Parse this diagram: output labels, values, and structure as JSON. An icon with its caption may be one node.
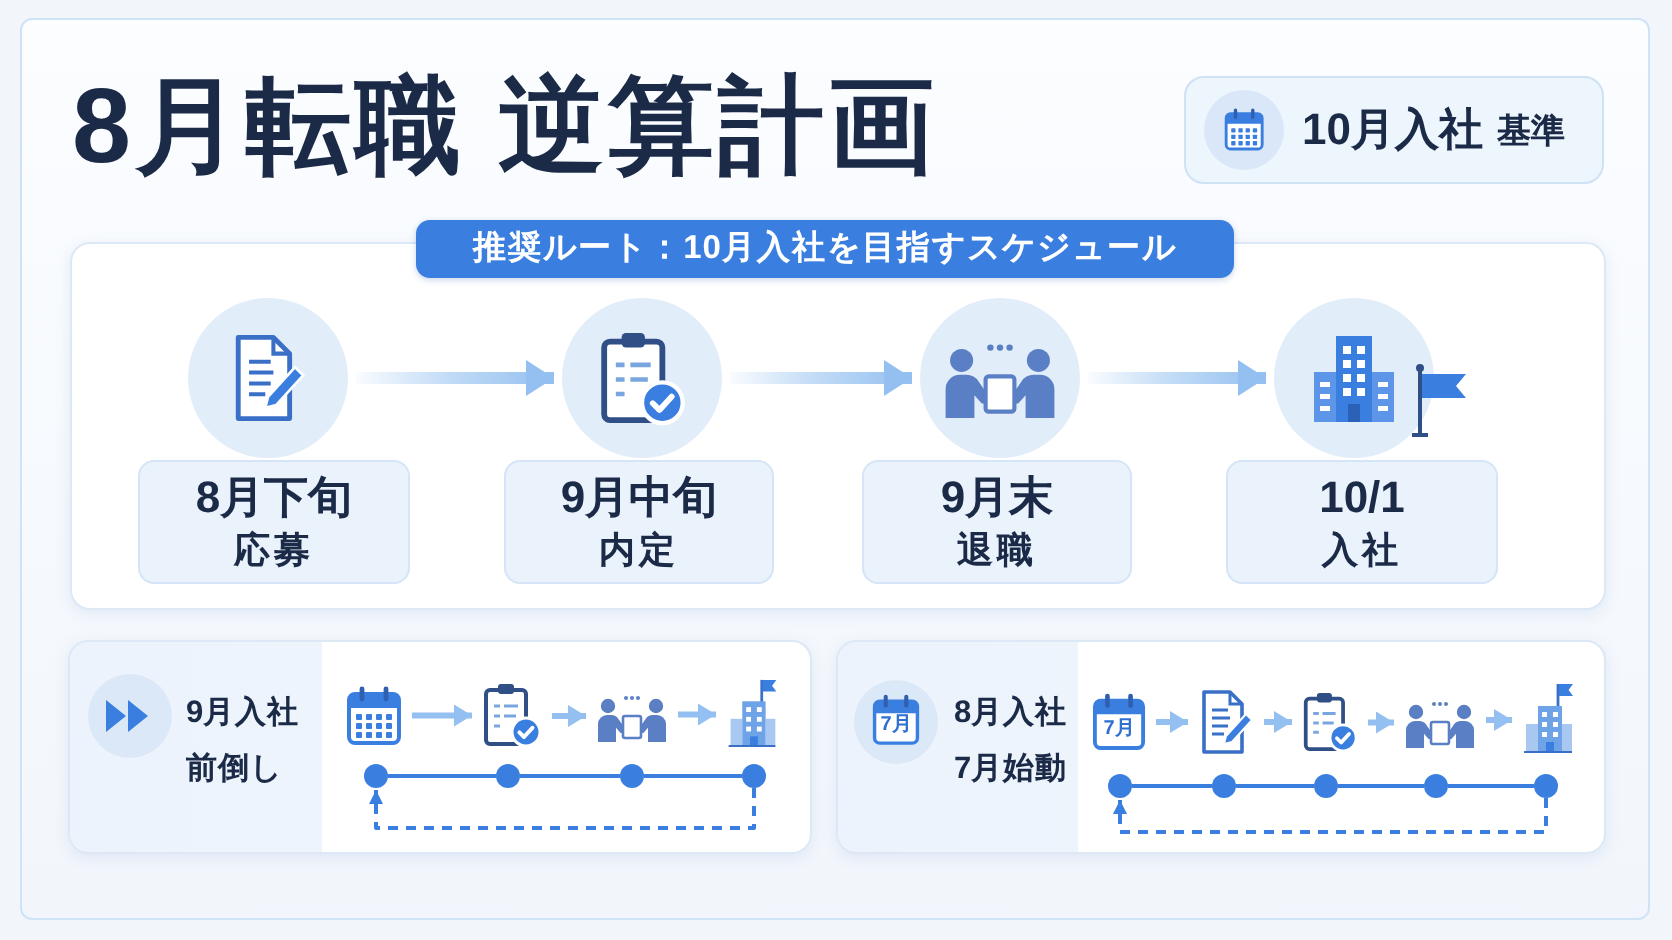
{
  "diagram": {
    "title": "8月転職 逆算計画",
    "nodes": [
      {
        "text": [
          "10月入社",
          "基準"
        ]
      },
      {
        "text": [
          "推奨ルート：10月入社を目指すスケジュール"
        ]
      },
      {
        "text": [],
        "shape": "circle",
        "in": 1
      },
      {
        "text": [
          "8月下旬",
          "応募"
        ],
        "in": 1
      },
      {
        "text": [],
        "shape": "circle",
        "in": 1
      },
      {
        "text": [
          "9月中旬",
          "内定"
        ],
        "in": 1
      },
      {
        "text": [],
        "shape": "circle",
        "in": 1
      },
      {
        "text": [
          "9月末",
          "退職"
        ],
        "in": 1
      },
      {
        "text": [],
        "shape": "circle",
        "in": 1
      },
      {
        "text": [
          "10/1",
          "入社"
        ],
        "in": 1
      },
      {
        "text": [
          "9月入社",
          "前倒し"
        ]
      },
      {
        "text": [],
        "shape": "picture",
        "in": 10
      },
      {
        "text": [],
        "shape": "picture",
        "in": 10
      },
      {
        "text": [],
        "shape": "picture",
        "in": 10
      },
      {
        "text": [],
        "shape": "picture",
        "in": 10
      },
      {
        "text": [],
        "shape": "circle",
        "in": 10
      },
      {
        "text": [],
        "shape": "circle",
        "in": 10
      },
      {
        "text": [],
        "shape": "circle",
        "in": 10
      },
      {
        "text": [],
        "shape": "circle",
        "in": 10
      },
      {
        "text": [
          "8月入社",
          "7月始動"
        ]
      },
      {
        "text": [
          "7月"
        ],
        "in": 19
      },
      {
        "text": [
          "7月"
        ],
        "in": 19
      },
      {
        "text": [],
        "shape": "picture",
        "in": 19
      },
      {
        "text": [],
        "shape": "picture",
        "in": 19
      },
      {
        "text": [],
        "shape": "picture",
        "in": 19
      },
      {
        "text": [],
        "shape": "picture",
        "in": 19
      },
      {
        "text": [],
        "shape": "circle",
        "in": 19
      },
      {
        "text": [],
        "shape": "circle",
        "in": 19
      },
      {
        "text": [],
        "shape": "circle",
        "in": 19
      },
      {
        "text": [],
        "shape": "circle",
        "in": 19
      },
      {
        "text": [],
        "shape": "circle",
        "in": 19
      }
    ],
    "edges": [
      {
        "from": 2,
        "to": 4,
        "arrow": "to"
      },
      {
        "from": 4,
        "to": 6,
        "arrow": "to"
      },
      {
        "from": 6,
        "to": 8,
        "arrow": "to"
      },
      {
        "from": 11,
        "to": 12,
        "arrow": "to"
      },
      {
        "from": 12,
        "to": 13,
        "arrow": "to"
      },
      {
        "from": 13,
        "to": 14,
        "arrow": "to"
      },
      {
        "from": 15,
        "to": 16,
        "arrow": "none",
        "color": "#3a7fe0"
      },
      {
        "from": 16,
        "to": 17,
        "arrow": "none",
        "color": "#3a7fe0"
      },
      {
        "from": 17,
        "to": 18,
        "arrow": "none",
        "color": "#3a7fe0"
      },
      {
        "from": 18,
        "to": 15,
        "arrow": "to",
        "style": "dashed",
        "color": "#3a7fe0"
      },
      {
        "from": 21,
        "to": 22,
        "arrow": "to"
      },
      {
        "from": 22,
        "to": 23,
        "arrow": "to"
      },
      {
        "from": 23,
        "to": 24,
        "arrow": "to"
      },
      {
        "from": 24,
        "to": 25,
        "arrow": "to"
      },
      {
        "from": 26,
        "to": 27,
        "arrow": "none",
        "color": "#3a7fe0"
      },
      {
        "from": 27,
        "to": 28,
        "arrow": "none",
        "color": "#3a7fe0"
      },
      {
        "from": 28,
        "to": 29,
        "arrow": "none",
        "color": "#3a7fe0"
      },
      {
        "from": 29,
        "to": 30,
        "arrow": "none",
        "color": "#3a7fe0"
      },
      {
        "from": 30,
        "to": 26,
        "arrow": "to",
        "style": "dashed",
        "color": "#3a7fe0"
      }
    ]
  }
}
